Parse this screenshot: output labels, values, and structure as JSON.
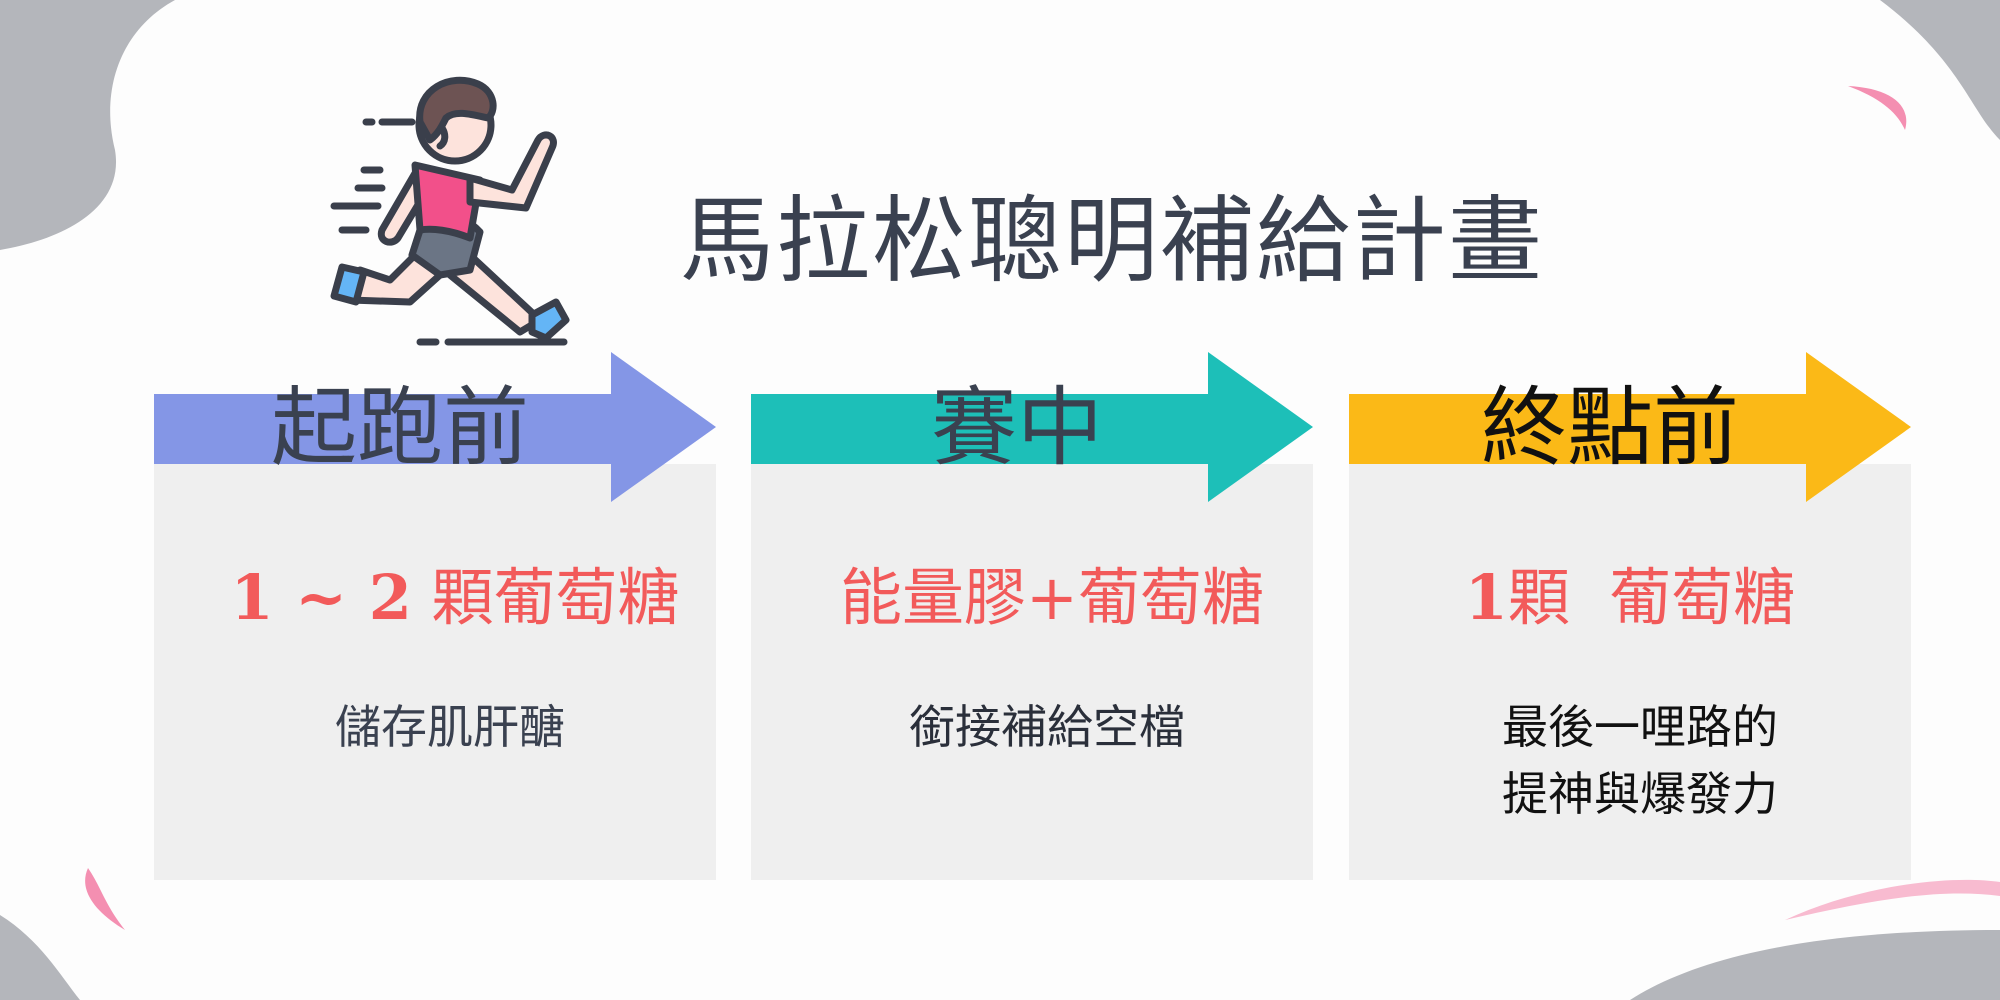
{
  "title": "馬拉松聰明補給計畫",
  "colors": {
    "stage1_arrow": "#8496e6",
    "stage2_arrow": "#1dbfb8",
    "stage3_arrow": "#fbb917",
    "highlight_text": "#f25a5a",
    "panel_bg": "#efefef",
    "decor_gray": "#b4b6bb",
    "decor_pink": "#f48fb1"
  },
  "illustration": {
    "icon": "running-man-icon"
  },
  "stages": [
    {
      "label": "起跑前",
      "supplement_number": "1 ~ 2",
      "supplement_text": " 顆葡萄糖",
      "purpose": [
        "儲存肌肝醣"
      ]
    },
    {
      "label": "賽中",
      "supplement_number": "",
      "supplement_text": "能量膠+葡萄糖",
      "purpose": [
        "銜接補給空檔"
      ]
    },
    {
      "label": "終點前",
      "supplement_number": "1",
      "supplement_text": "顆  葡萄糖",
      "purpose": [
        "最後一哩路的",
        "提神與爆發力"
      ]
    }
  ]
}
